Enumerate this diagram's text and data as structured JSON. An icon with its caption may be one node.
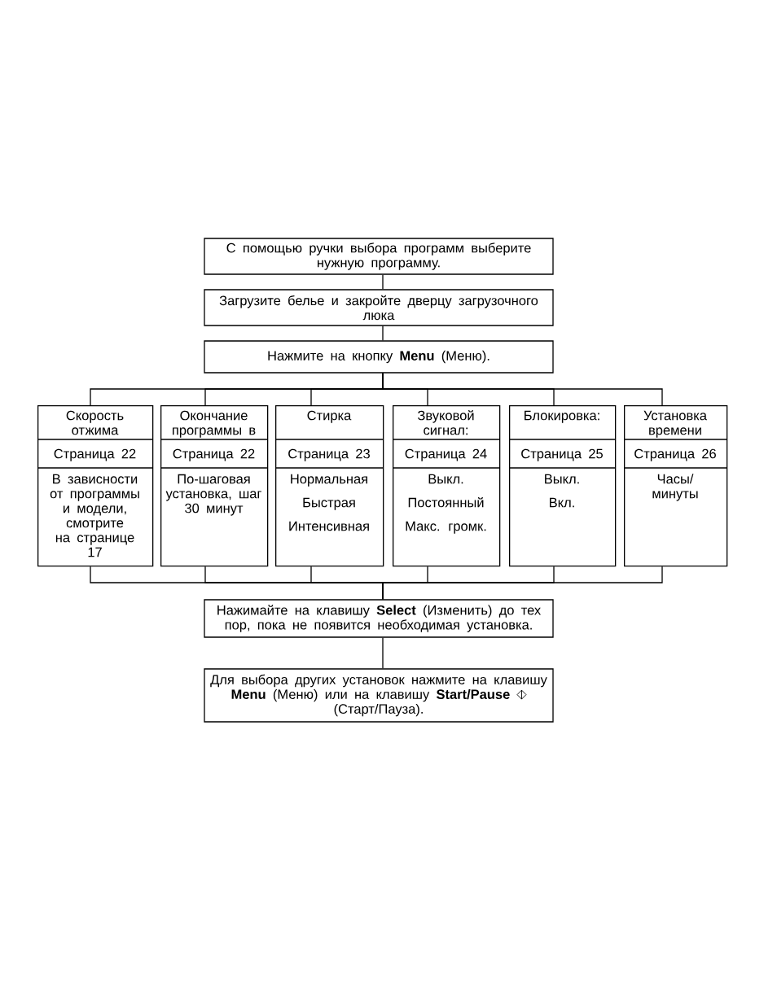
{
  "diagram": {
    "nodes": [
      {
        "text": [
          "С помощью ручки выбора программ выберите нужную программу."
        ]
      },
      {
        "text": [
          "Загрузите белье и закройте дверцу загрузочного люка"
        ]
      },
      {
        "text": [
          "Нажмите на кнопку **Menu** (Меню)."
        ]
      },
      {
        "text": [
          "Скорость отжима",
          "Страница 22",
          "В зависности от программы и модели, смотрите на странице 17"
        ]
      },
      {
        "text": [
          "Окончание программы в",
          "Страница 22",
          "По-шаговая установка, шаг 30 минут"
        ]
      },
      {
        "text": [
          "Стирка",
          "Страница 23",
          "Нормальная",
          "Быстрая",
          "Интенсивная"
        ]
      },
      {
        "text": [
          "Звуковой сигнал:",
          "Страница 24",
          "Выкл.",
          "Постоянный",
          "Макс. громк."
        ]
      },
      {
        "text": [
          "Блокировка:",
          "Страница 25",
          "Выкл.",
          "Вкл."
        ]
      },
      {
        "text": [
          "Установка времени",
          "Страница 26",
          "Часы/ минуты"
        ]
      },
      {
        "text": [
          "Нажимайте на клавишу **Select** (Изменить) до тех пор, пока не появится необходимая установка."
        ]
      },
      {
        "text": [
          "Для выбора других установок нажмите на клавишу **Menu** (Меню) или на клавишу **Start/Pause**",
          "(Старт/Пауза)."
        ]
      }
    ],
    "edges": [
      {
        "from": 0,
        "to": 1,
        "arrow": "none"
      },
      {
        "from": 1,
        "to": 2,
        "arrow": "none"
      },
      {
        "from": 2,
        "to": 3,
        "arrow": "none"
      },
      {
        "from": 2,
        "to": 4,
        "arrow": "none"
      },
      {
        "from": 2,
        "to": 5,
        "arrow": "none"
      },
      {
        "from": 2,
        "to": 6,
        "arrow": "none"
      },
      {
        "from": 2,
        "to": 7,
        "arrow": "none"
      },
      {
        "from": 2,
        "to": 8,
        "arrow": "none"
      },
      {
        "from": 3,
        "to": 9,
        "arrow": "none"
      },
      {
        "from": 4,
        "to": 9,
        "arrow": "none"
      },
      {
        "from": 5,
        "to": 9,
        "arrow": "none"
      },
      {
        "from": 6,
        "to": 9,
        "arrow": "none"
      },
      {
        "from": 7,
        "to": 9,
        "arrow": "none"
      },
      {
        "from": 8,
        "to": 9,
        "arrow": "none"
      },
      {
        "from": 9,
        "to": 10,
        "arrow": "none"
      }
    ]
  }
}
